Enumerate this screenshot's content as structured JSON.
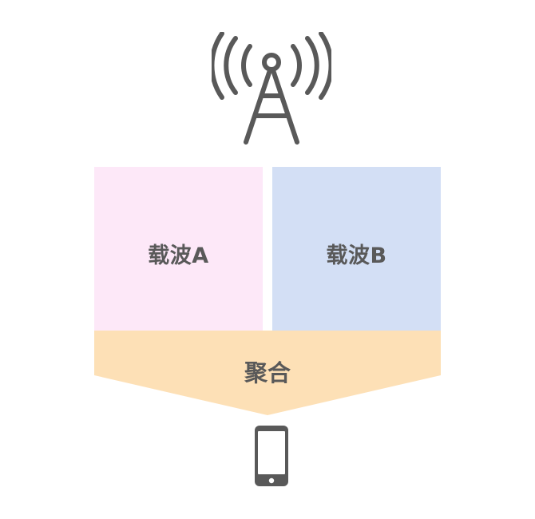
{
  "tower": {
    "icon": "cell-tower-icon",
    "color": "#595959"
  },
  "carriers": [
    {
      "label": "载波A",
      "color": "#fde8f8"
    },
    {
      "label": "载波B",
      "color": "#d3dff5"
    }
  ],
  "aggregation": {
    "label": "聚合",
    "color": "#fde0b6"
  },
  "device": {
    "icon": "smartphone-icon",
    "color": "#595959"
  }
}
